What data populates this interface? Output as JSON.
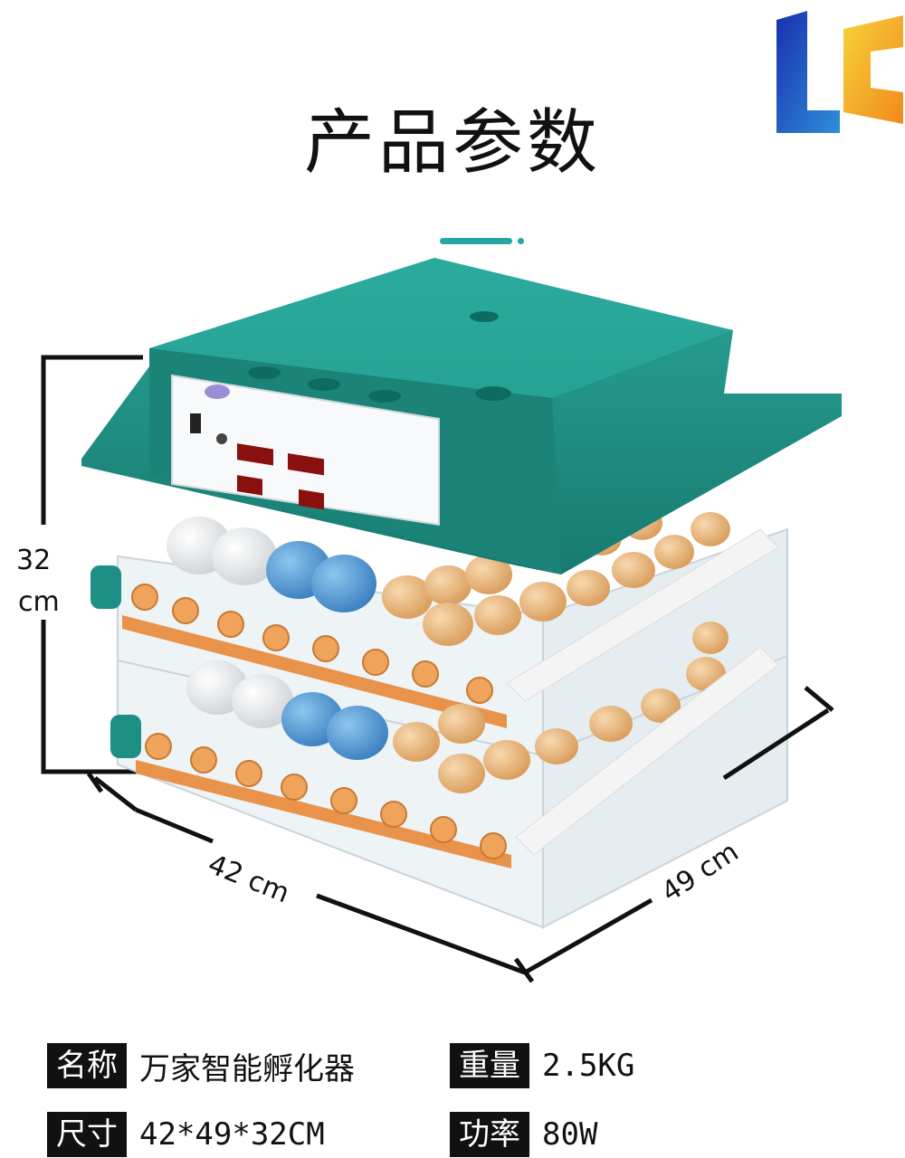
{
  "title": "产品参数",
  "dimensions": {
    "height": "32",
    "height_unit": "cm",
    "width": "42 cm",
    "depth": "49 cm"
  },
  "specs": [
    {
      "label": "名称",
      "value": "万家智能孵化器"
    },
    {
      "label": "重量",
      "value": "2.5KG"
    },
    {
      "label": "尺寸",
      "value": "42*49*32CM"
    },
    {
      "label": "功率",
      "value": "80W"
    }
  ],
  "colors": {
    "accent": "#25a7a0",
    "body": "#1d8f85",
    "logo_blue": "#1a2fb0",
    "logo_orange": "#f5a623"
  }
}
